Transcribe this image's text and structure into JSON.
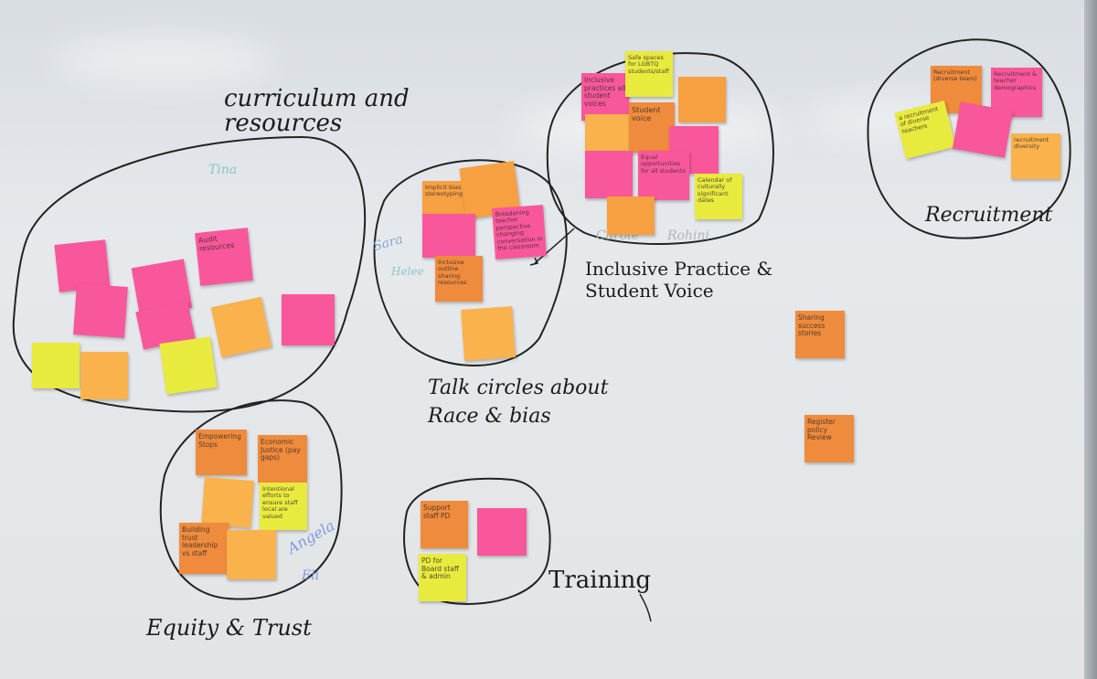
{
  "headings": {
    "curriculum": "curriculum and resources",
    "talk": "Talk circles about Race & bias",
    "inclusive": "Inclusive Practice & Student Voice",
    "recruitment": "Recruitment",
    "equity": "Equity & Trust",
    "training": "Training"
  },
  "names": {
    "tina": "Tina",
    "sara": "Sara",
    "helee": "Helee",
    "carole": "Carole",
    "rohini": "Rohini",
    "angela": "Angela",
    "eli": "Eli"
  },
  "notes": {
    "audit": "Audit resources",
    "sharing": "Sharing success stories",
    "register": "Register policy Review",
    "support": "Support staff PD",
    "pd_board": "PD for Board staff & admin",
    "empowering": "Empowering Stops",
    "economic": "Economic Justice (pay gaps)",
    "building": "Building trust leadership vs staff",
    "intentional": "Intentional efforts to ensure staff local are valued",
    "inclusive_practices": "Inclusive practices all student voices",
    "safe_spaces": "Safe spaces for LGBTQ students/staff",
    "student_voice": "Student voice",
    "equal": "Equal opportunities for all students",
    "calendar": "Calendar of culturally significant dates",
    "implicit": "Implicit bias stereotyping",
    "breadening": "Breadening teacher perspective changing conversation in the classroom",
    "inclusive_outline": "Inclusive outline sharing resources",
    "recruitment_note": "Recruitment (diverse team)",
    "recruitment_teacher": "Recruitment & teacher demographics",
    "recruitment_diversity": "recruitment diversity",
    "recruitment_diverse": "a recruitment of diverse teachers"
  }
}
